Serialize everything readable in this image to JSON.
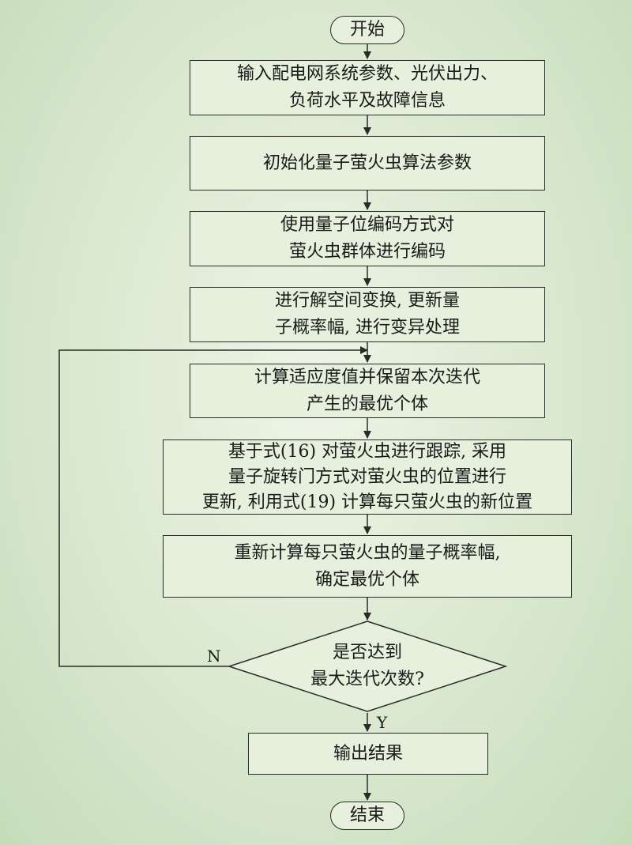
{
  "flowchart": {
    "start": "开始",
    "step1": "输入配电网系统参数、光伏出力、\n负荷水平及故障信息",
    "step2": "初始化量子萤火虫算法参数",
    "step3": "使用量子位编码方式对\n萤火虫群体进行编码",
    "step4": "进行解空间变换, 更新量\n子概率幅, 进行变异处理",
    "step5": "计算适应度值并保留本次迭代\n产生的最优个体",
    "step6": "基于式(16) 对萤火虫进行跟踪, 采用\n量子旋转门方式对萤火虫的位置进行\n更新, 利用式(19) 计算每只萤火虫的新位置",
    "step7": "重新计算每只萤火虫的量子概率幅,\n确定最优个体",
    "decision": "是否达到\n最大迭代次数?",
    "no_label": "N",
    "yes_label": "Y",
    "output": "输出结果",
    "end": "结束"
  }
}
